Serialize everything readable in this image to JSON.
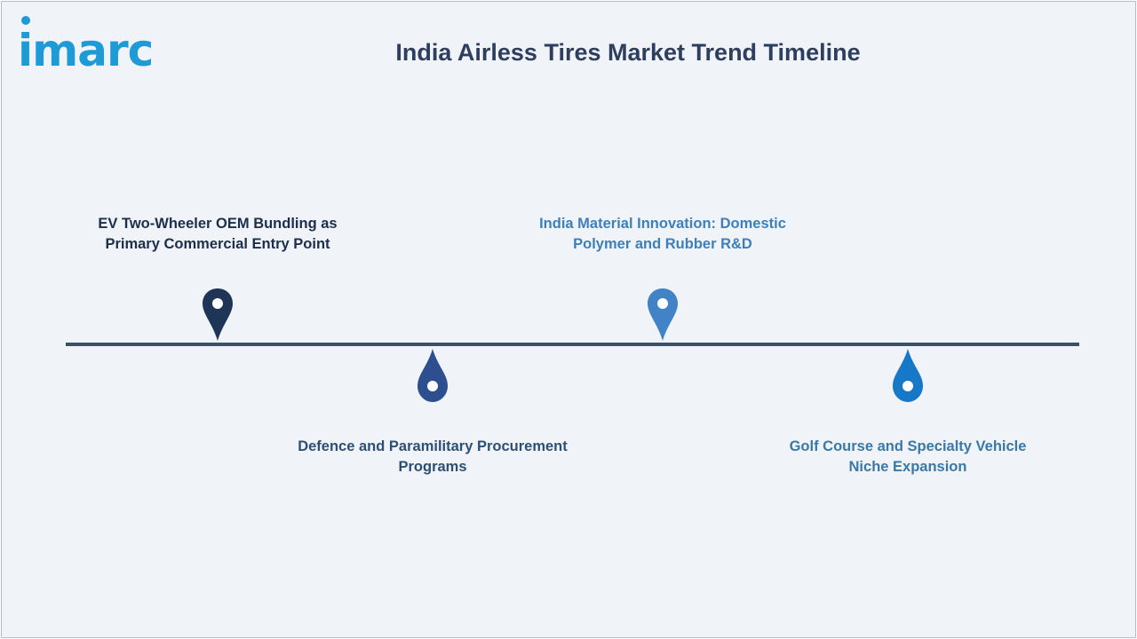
{
  "logo": {
    "text": "imarc",
    "color": "#1e9bd7"
  },
  "title": "India Airless Tires Market Trend Timeline",
  "colors": {
    "background": "#f0f4f9",
    "line": "#3d5166",
    "title": "#2e3e5e"
  },
  "milestones": [
    {
      "line1": "EV Two-Wheeler OEM Bundling as",
      "line2": "Primary Commercial Entry Point",
      "color": "#1f3557",
      "text_color": "#1c2e4a",
      "icon": "map-pin-icon"
    },
    {
      "line1": "Defence and Paramilitary Procurement",
      "line2": "Programs",
      "color": "#2e4f8f",
      "text_color": "#2e4f74",
      "icon": "drop-marker-icon"
    },
    {
      "line1": "India Material Innovation: Domestic",
      "line2": "Polymer and Rubber R&D",
      "color": "#4282c6",
      "text_color": "#3f7fb9",
      "icon": "map-pin-icon"
    },
    {
      "line1": "Golf Course and Specialty Vehicle",
      "line2": "Niche Expansion",
      "color": "#1778c8",
      "text_color": "#3a78a6",
      "icon": "drop-marker-icon"
    }
  ]
}
